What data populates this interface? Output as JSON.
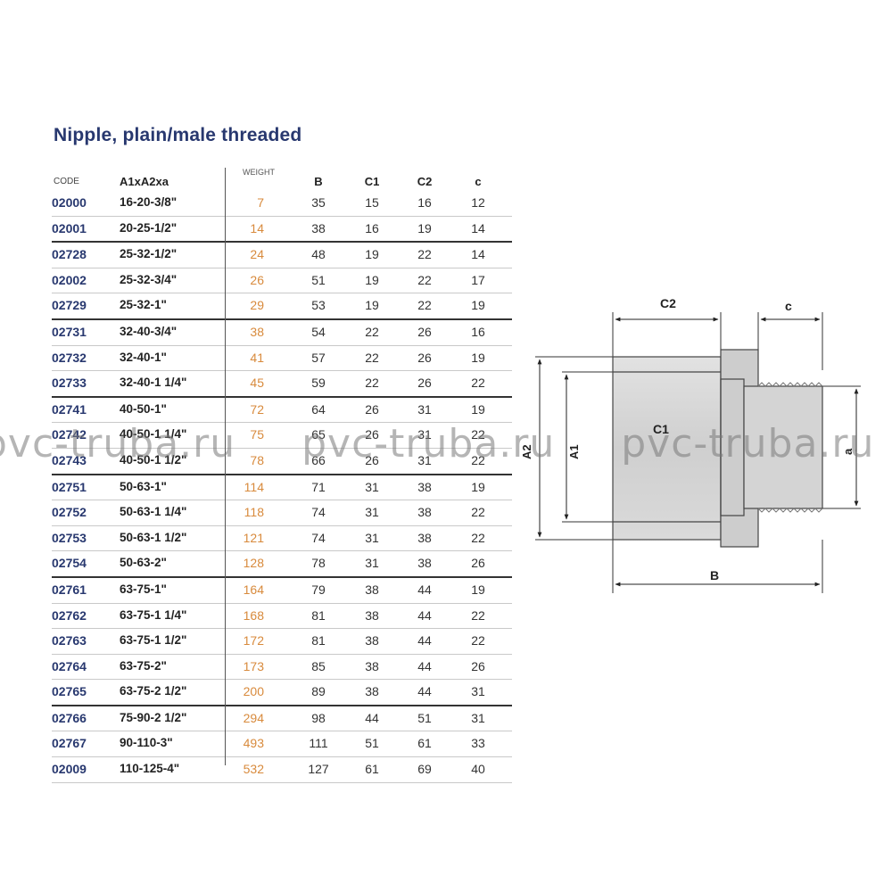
{
  "title": "Nipple, plain/male threaded",
  "columns": {
    "code": "CODE",
    "dim": "A1xA2xa",
    "weight": "WEIGHT",
    "b": "B",
    "c1": "C1",
    "c2": "C2",
    "c": "c"
  },
  "rows": [
    {
      "code": "02000",
      "dim": "16-20-3/8\"",
      "weight": "7",
      "b": "35",
      "c1": "15",
      "c2": "16",
      "c": "12"
    },
    {
      "code": "02001",
      "dim": "20-25-1/2\"",
      "weight": "14",
      "b": "38",
      "c1": "16",
      "c2": "19",
      "c": "14"
    },
    {
      "code": "02728",
      "dim": "25-32-1/2\"",
      "weight": "24",
      "b": "48",
      "c1": "19",
      "c2": "22",
      "c": "14"
    },
    {
      "code": "02002",
      "dim": "25-32-3/4\"",
      "weight": "26",
      "b": "51",
      "c1": "19",
      "c2": "22",
      "c": "17"
    },
    {
      "code": "02729",
      "dim": "25-32-1\"",
      "weight": "29",
      "b": "53",
      "c1": "19",
      "c2": "22",
      "c": "19"
    },
    {
      "code": "02731",
      "dim": "32-40-3/4\"",
      "weight": "38",
      "b": "54",
      "c1": "22",
      "c2": "26",
      "c": "16"
    },
    {
      "code": "02732",
      "dim": "32-40-1\"",
      "weight": "41",
      "b": "57",
      "c1": "22",
      "c2": "26",
      "c": "19"
    },
    {
      "code": "02733",
      "dim": "32-40-1 1/4\"",
      "weight": "45",
      "b": "59",
      "c1": "22",
      "c2": "26",
      "c": "22"
    },
    {
      "code": "02741",
      "dim": "40-50-1\"",
      "weight": "72",
      "b": "64",
      "c1": "26",
      "c2": "31",
      "c": "19"
    },
    {
      "code": "02742",
      "dim": "40-50-1 1/4\"",
      "weight": "75",
      "b": "65",
      "c1": "26",
      "c2": "31",
      "c": "22"
    },
    {
      "code": "02743",
      "dim": "40-50-1 1/2\"",
      "weight": "78",
      "b": "66",
      "c1": "26",
      "c2": "31",
      "c": "22"
    },
    {
      "code": "02751",
      "dim": "50-63-1\"",
      "weight": "114",
      "b": "71",
      "c1": "31",
      "c2": "38",
      "c": "19"
    },
    {
      "code": "02752",
      "dim": "50-63-1 1/4\"",
      "weight": "118",
      "b": "74",
      "c1": "31",
      "c2": "38",
      "c": "22"
    },
    {
      "code": "02753",
      "dim": "50-63-1 1/2\"",
      "weight": "121",
      "b": "74",
      "c1": "31",
      "c2": "38",
      "c": "22"
    },
    {
      "code": "02754",
      "dim": "50-63-2\"",
      "weight": "128",
      "b": "78",
      "c1": "31",
      "c2": "38",
      "c": "26"
    },
    {
      "code": "02761",
      "dim": "63-75-1\"",
      "weight": "164",
      "b": "79",
      "c1": "38",
      "c2": "44",
      "c": "19"
    },
    {
      "code": "02762",
      "dim": "63-75-1 1/4\"",
      "weight": "168",
      "b": "81",
      "c1": "38",
      "c2": "44",
      "c": "22"
    },
    {
      "code": "02763",
      "dim": "63-75-1 1/2\"",
      "weight": "172",
      "b": "81",
      "c1": "38",
      "c2": "44",
      "c": "22"
    },
    {
      "code": "02764",
      "dim": "63-75-2\"",
      "weight": "173",
      "b": "85",
      "c1": "38",
      "c2": "44",
      "c": "26"
    },
    {
      "code": "02765",
      "dim": "63-75-2 1/2\"",
      "weight": "200",
      "b": "89",
      "c1": "38",
      "c2": "44",
      "c": "31"
    },
    {
      "code": "02766",
      "dim": "75-90-2 1/2\"",
      "weight": "294",
      "b": "98",
      "c1": "44",
      "c2": "51",
      "c": "31"
    },
    {
      "code": "02767",
      "dim": "90-110-3\"",
      "weight": "493",
      "b": "111",
      "c1": "51",
      "c2": "61",
      "c": "33"
    },
    {
      "code": "02009",
      "dim": "110-125-4\"",
      "weight": "532",
      "b": "127",
      "c1": "61",
      "c2": "69",
      "c": "40"
    }
  ],
  "group_end_rows": [
    "02001",
    "02729",
    "02733",
    "02743",
    "02754",
    "02765"
  ],
  "diagram": {
    "label_c2": "C2",
    "label_c": "c",
    "label_c1": "C1",
    "label_a1": "A1",
    "label_a2": "A2",
    "label_a": "a",
    "label_b": "B"
  },
  "watermark": [
    "pvc-truba.ru",
    "pvc-truba.ru",
    "pvc-truba.ru"
  ],
  "colors": {
    "title": "#28386f",
    "code": "#28386f",
    "weight": "#d88a3c",
    "body_fill": "#d6d6d6"
  }
}
